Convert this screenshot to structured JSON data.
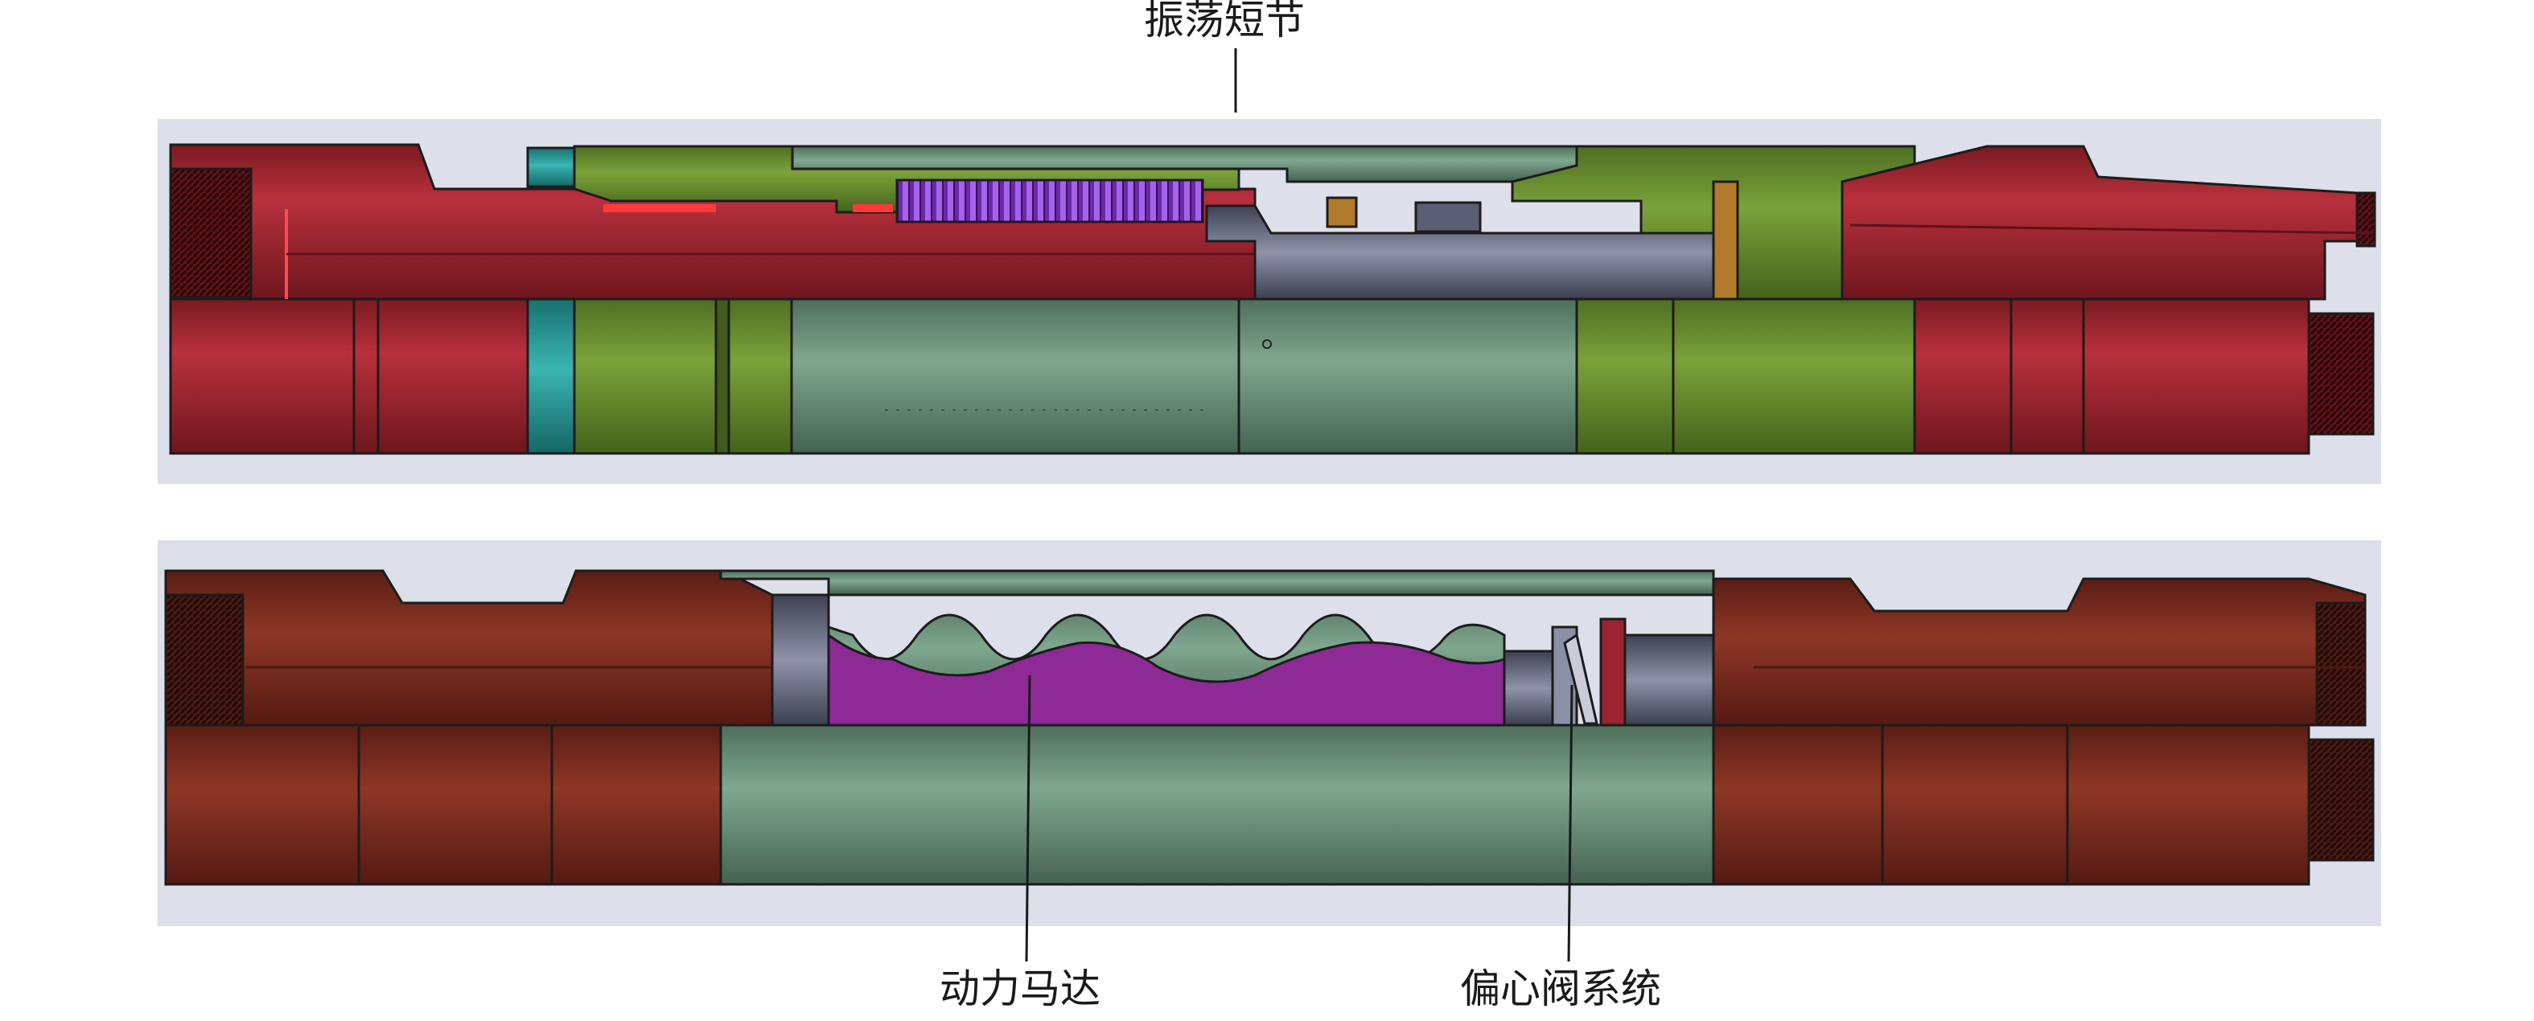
{
  "labels": {
    "oscillation_sub": "振荡短节",
    "power_motor": "动力马达",
    "eccentric_valve_system": "偏心阀系统"
  },
  "colors": {
    "panel_bg": "#dde0ea",
    "red_body": "#9a2430",
    "red_dark": "#5e121a",
    "green_sleeve": "#6f9432",
    "green_dark": "#3f5a1a",
    "sage": "#739c83",
    "sage_dark": "#3d5a4a",
    "teal": "#2aa0a0",
    "purple_spring": "#8c3fd6",
    "purple_rotor": "#8e2a96",
    "brown_body": "#7e2e22",
    "brown_dark": "#4a1a12",
    "steel": "#5a5f73",
    "steel_light": "#8b90a6",
    "bronze": "#b07a2a"
  }
}
